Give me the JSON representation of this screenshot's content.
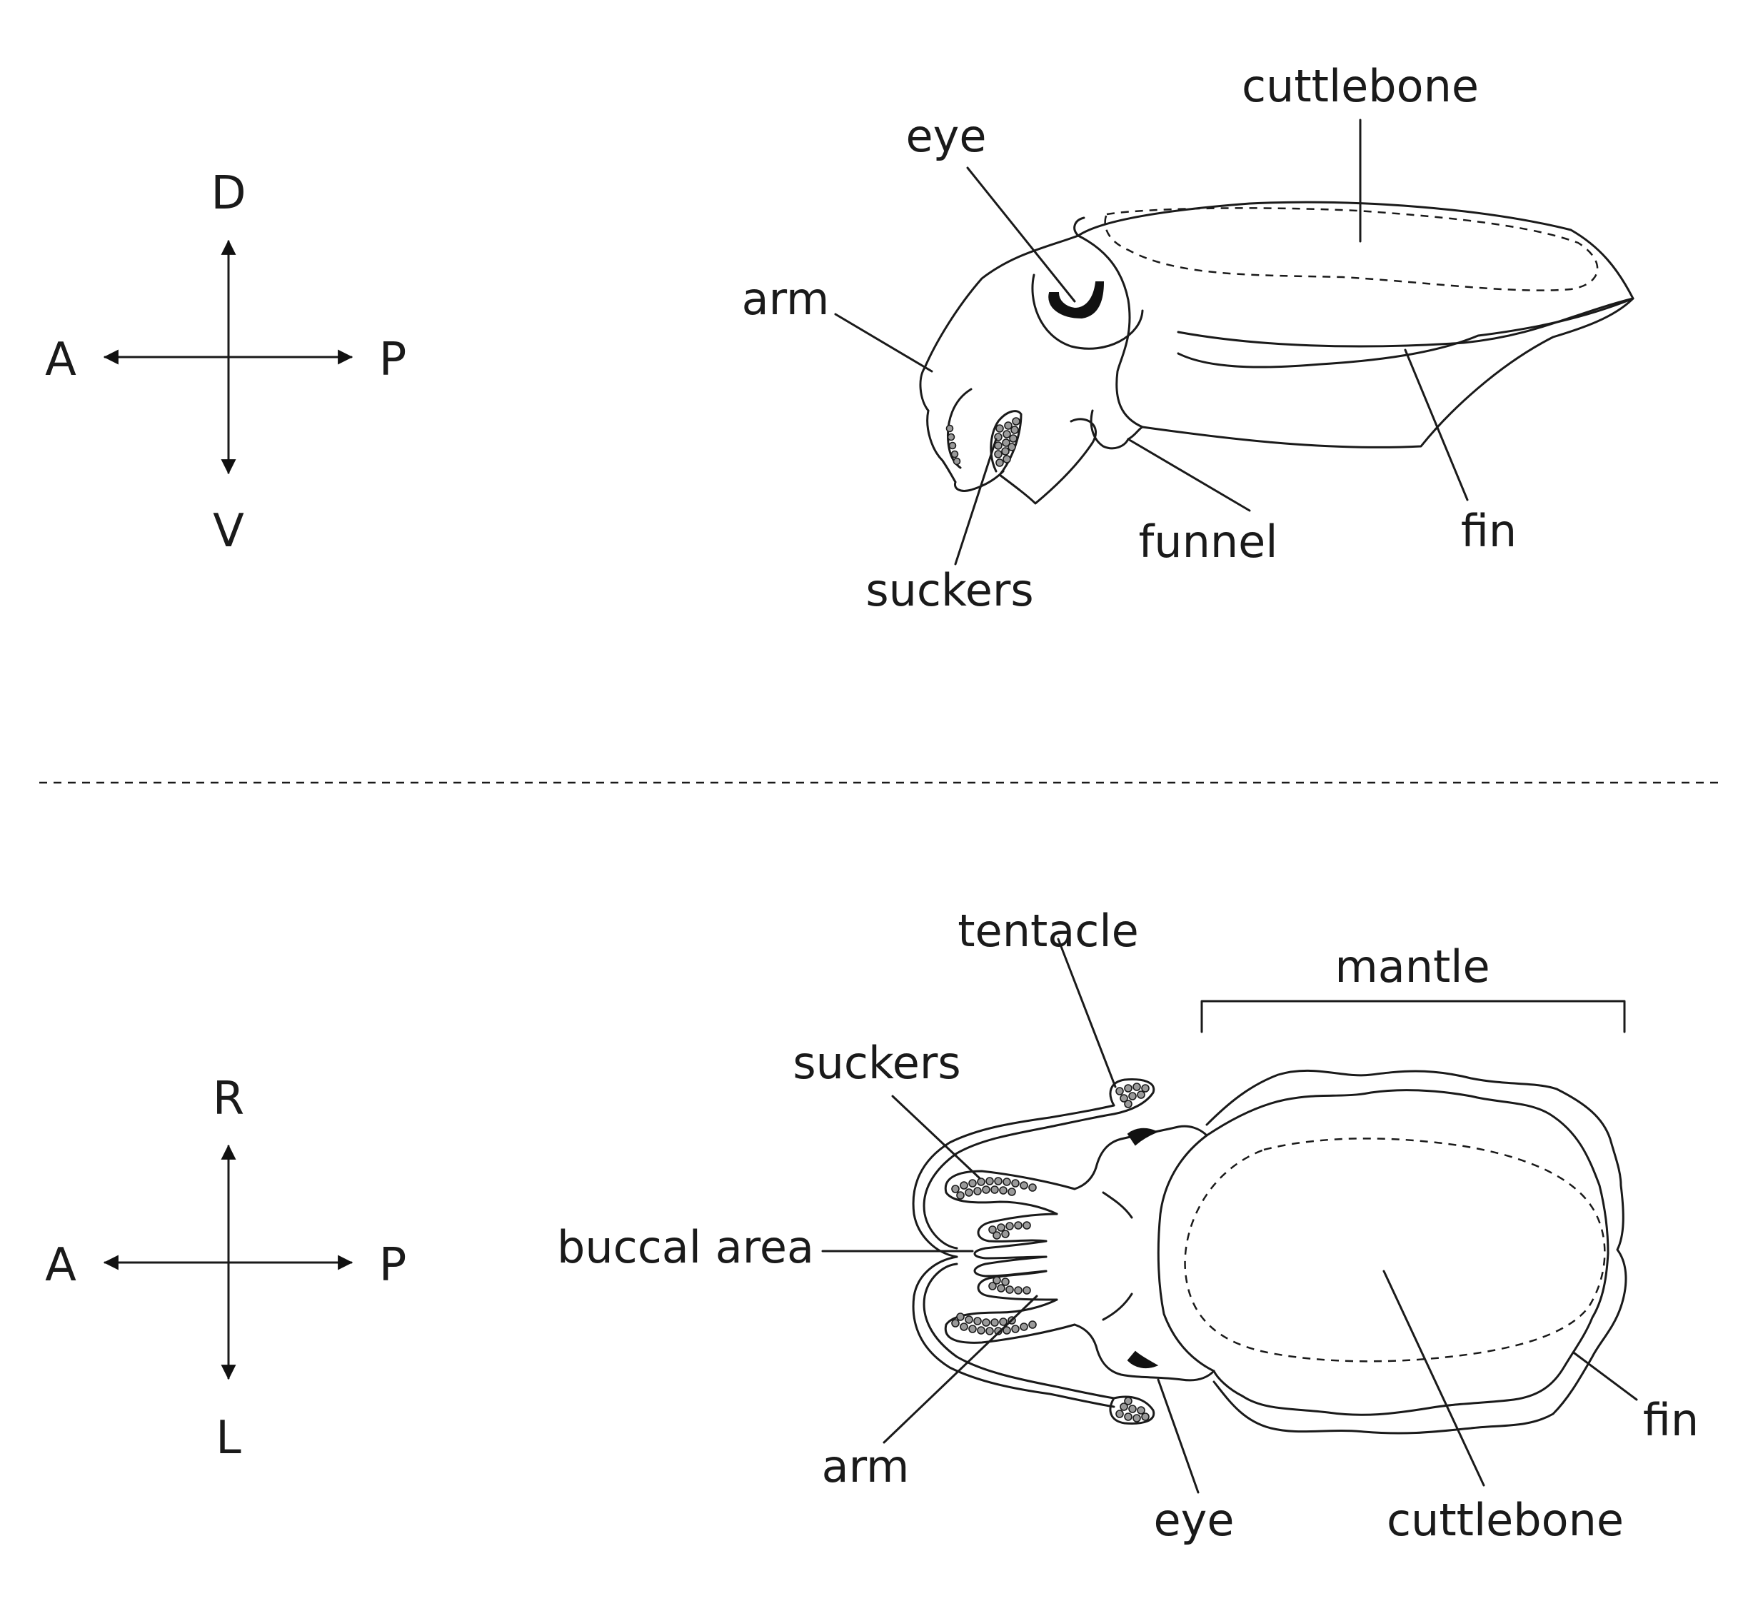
{
  "side_view": {
    "compass": {
      "up": "D",
      "down": "V",
      "left": "A",
      "right": "P"
    },
    "labels": {
      "cuttlebone": "cuttlebone",
      "eye": "eye",
      "arm": "arm",
      "suckers": "suckers",
      "funnel": "funnel",
      "fin": "fin"
    }
  },
  "top_view": {
    "compass": {
      "up": "R",
      "down": "L",
      "left": "A",
      "right": "P"
    },
    "labels": {
      "tentacle": "tentacle",
      "mantle": "mantle",
      "suckers": "suckers",
      "buccal_area": "buccal area",
      "arm": "arm",
      "eye": "eye",
      "cuttlebone": "cuttlebone",
      "fin": "fin"
    }
  }
}
